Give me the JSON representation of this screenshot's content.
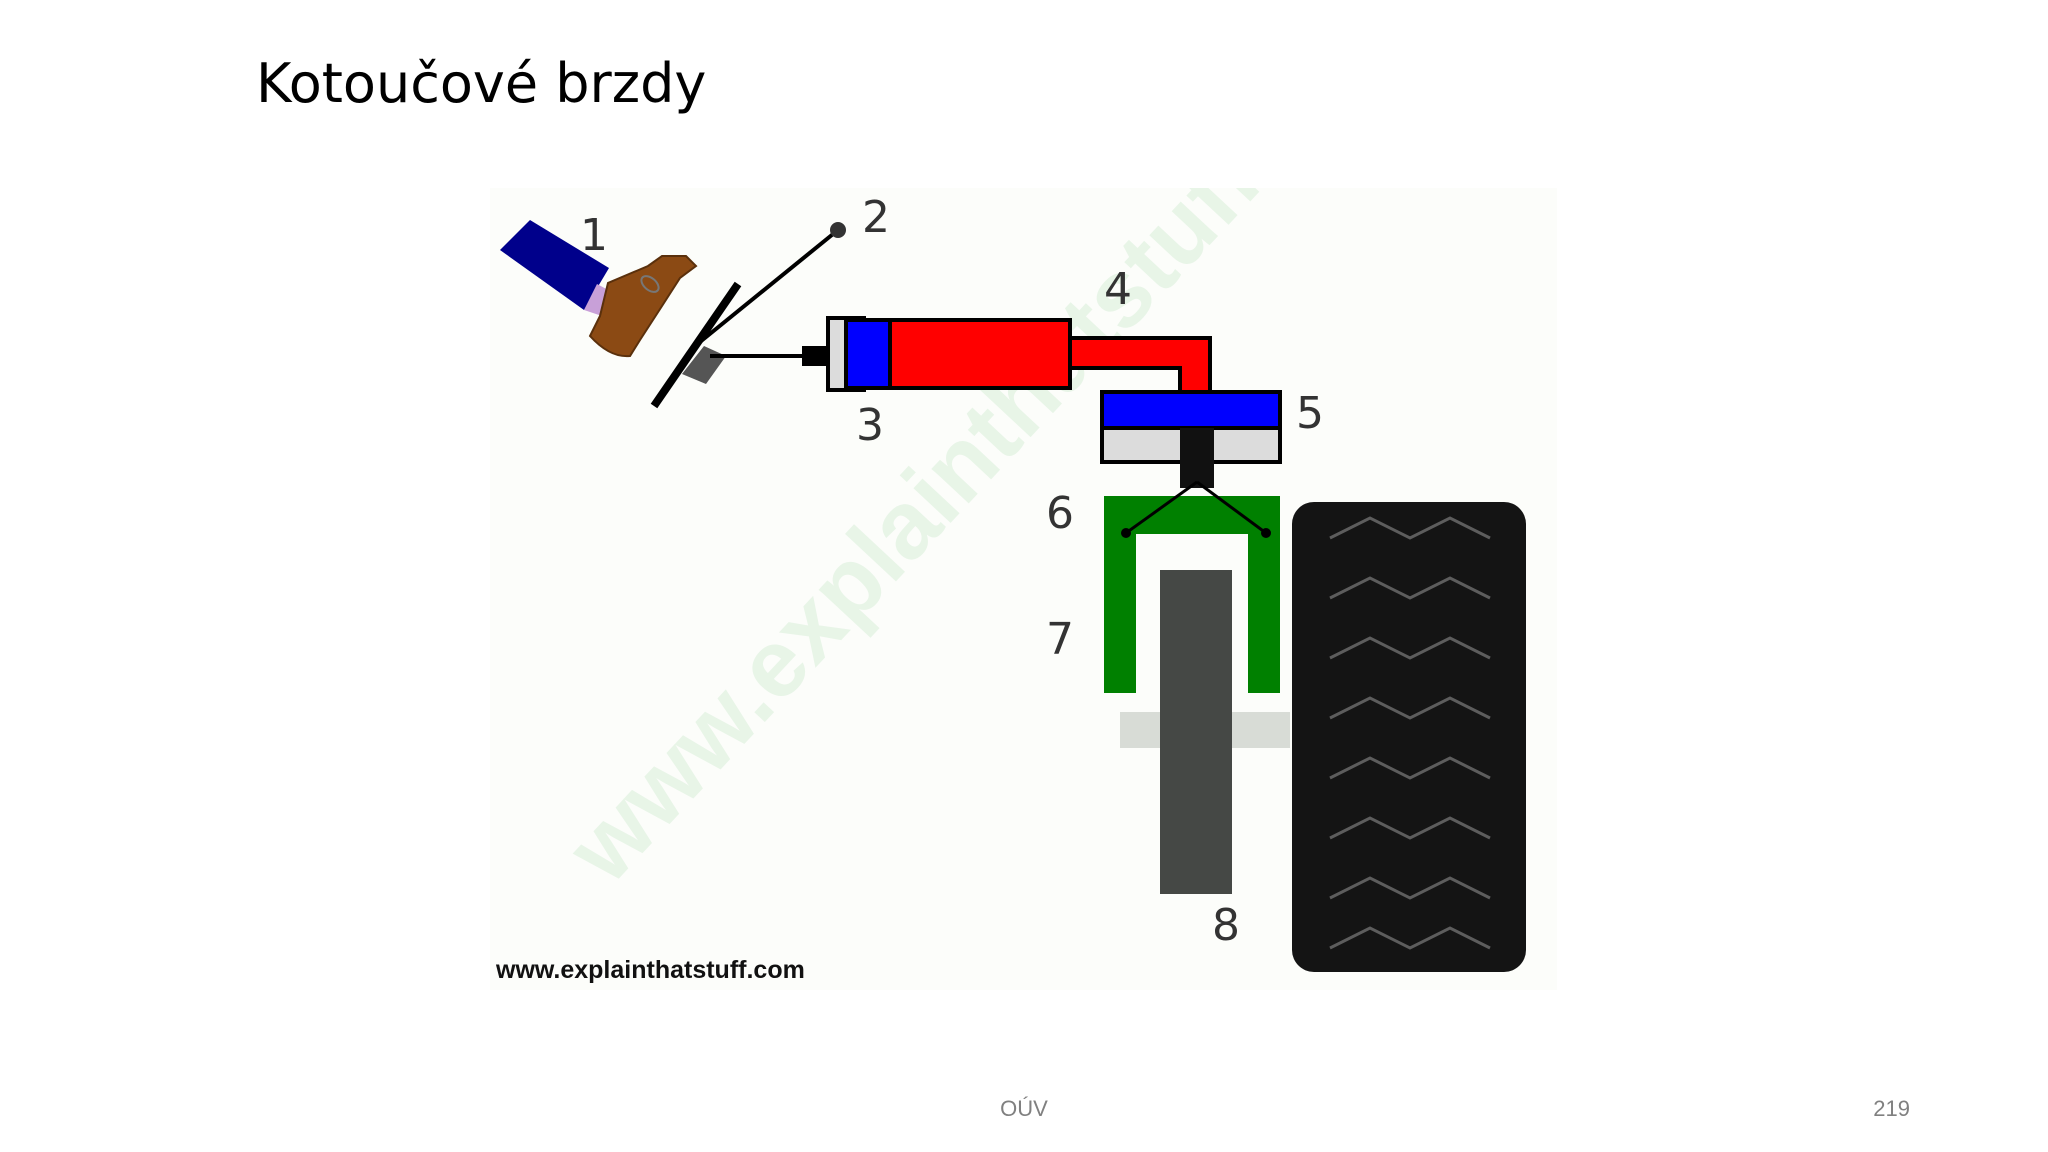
{
  "slide": {
    "title": "Kotoučové brzdy",
    "footer_center": "OÚV",
    "page_number": "219"
  },
  "figure": {
    "watermark": "www.explainthatstuff.com",
    "credit": "www.explainthatstuff.com",
    "labels": [
      "1",
      "2",
      "3",
      "4",
      "5",
      "6",
      "7",
      "8"
    ],
    "colors": {
      "master_cylinder_fluid": "#ff0000",
      "piston": "#0000ff",
      "caliper": "#008000",
      "disc": "#444444",
      "tyre": "#111111",
      "shoe": "#8b4513",
      "trouser": "#000080"
    }
  }
}
